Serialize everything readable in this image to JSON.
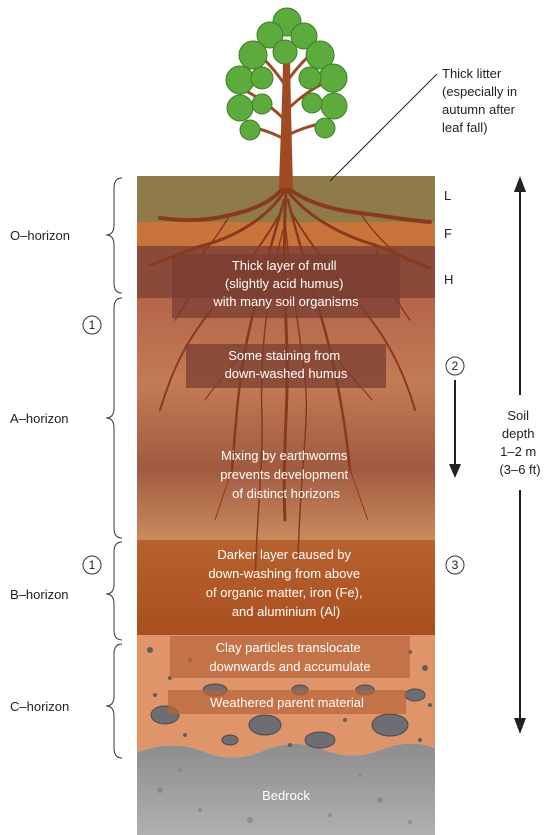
{
  "tree_note": [
    "Thick litter",
    "(especially in",
    "autumn after",
    "leaf fall)"
  ],
  "sublayers": {
    "l": "L",
    "f": "F",
    "h": "H"
  },
  "horizons": {
    "o": "O–horizon",
    "a": "A–horizon",
    "b": "B–horizon",
    "c": "C–horizon"
  },
  "mull_text": [
    "Thick layer of mull",
    "(slightly acid humus)",
    "with many soil organisms"
  ],
  "staining_text": [
    "Some staining from",
    "down-washed humus"
  ],
  "mixing_text": [
    "Mixing by earthworms",
    "prevents development",
    "of distinct horizons"
  ],
  "darker_text": [
    "Darker layer caused by",
    "down-washing from above",
    "of organic matter, iron (Fe),",
    "and aluminium (Al)"
  ],
  "clay_text": [
    "Clay particles translocate",
    "downwards and accumulate"
  ],
  "weathered_text": "Weathered parent material",
  "bedrock_text": "Bedrock",
  "depth_text": [
    "Soil",
    "depth",
    "1–2 m",
    "(3–6 ft)"
  ],
  "markers": {
    "a_one": "1",
    "b_one": "1",
    "two": "2",
    "three": "3"
  },
  "colors": {
    "litter": "#8f7a4a",
    "ferment": "#c8743a",
    "humus": "#8a4a3a",
    "a_top": "#b96a4a",
    "a_mid": "#a85f44",
    "a_low": "#c88a5c",
    "b_layer": "#b85a26",
    "c_layer": "#e0946a",
    "bedrock": "#9c9c9c",
    "root": "#8a3a1c",
    "leaf": "#5cab3c"
  }
}
